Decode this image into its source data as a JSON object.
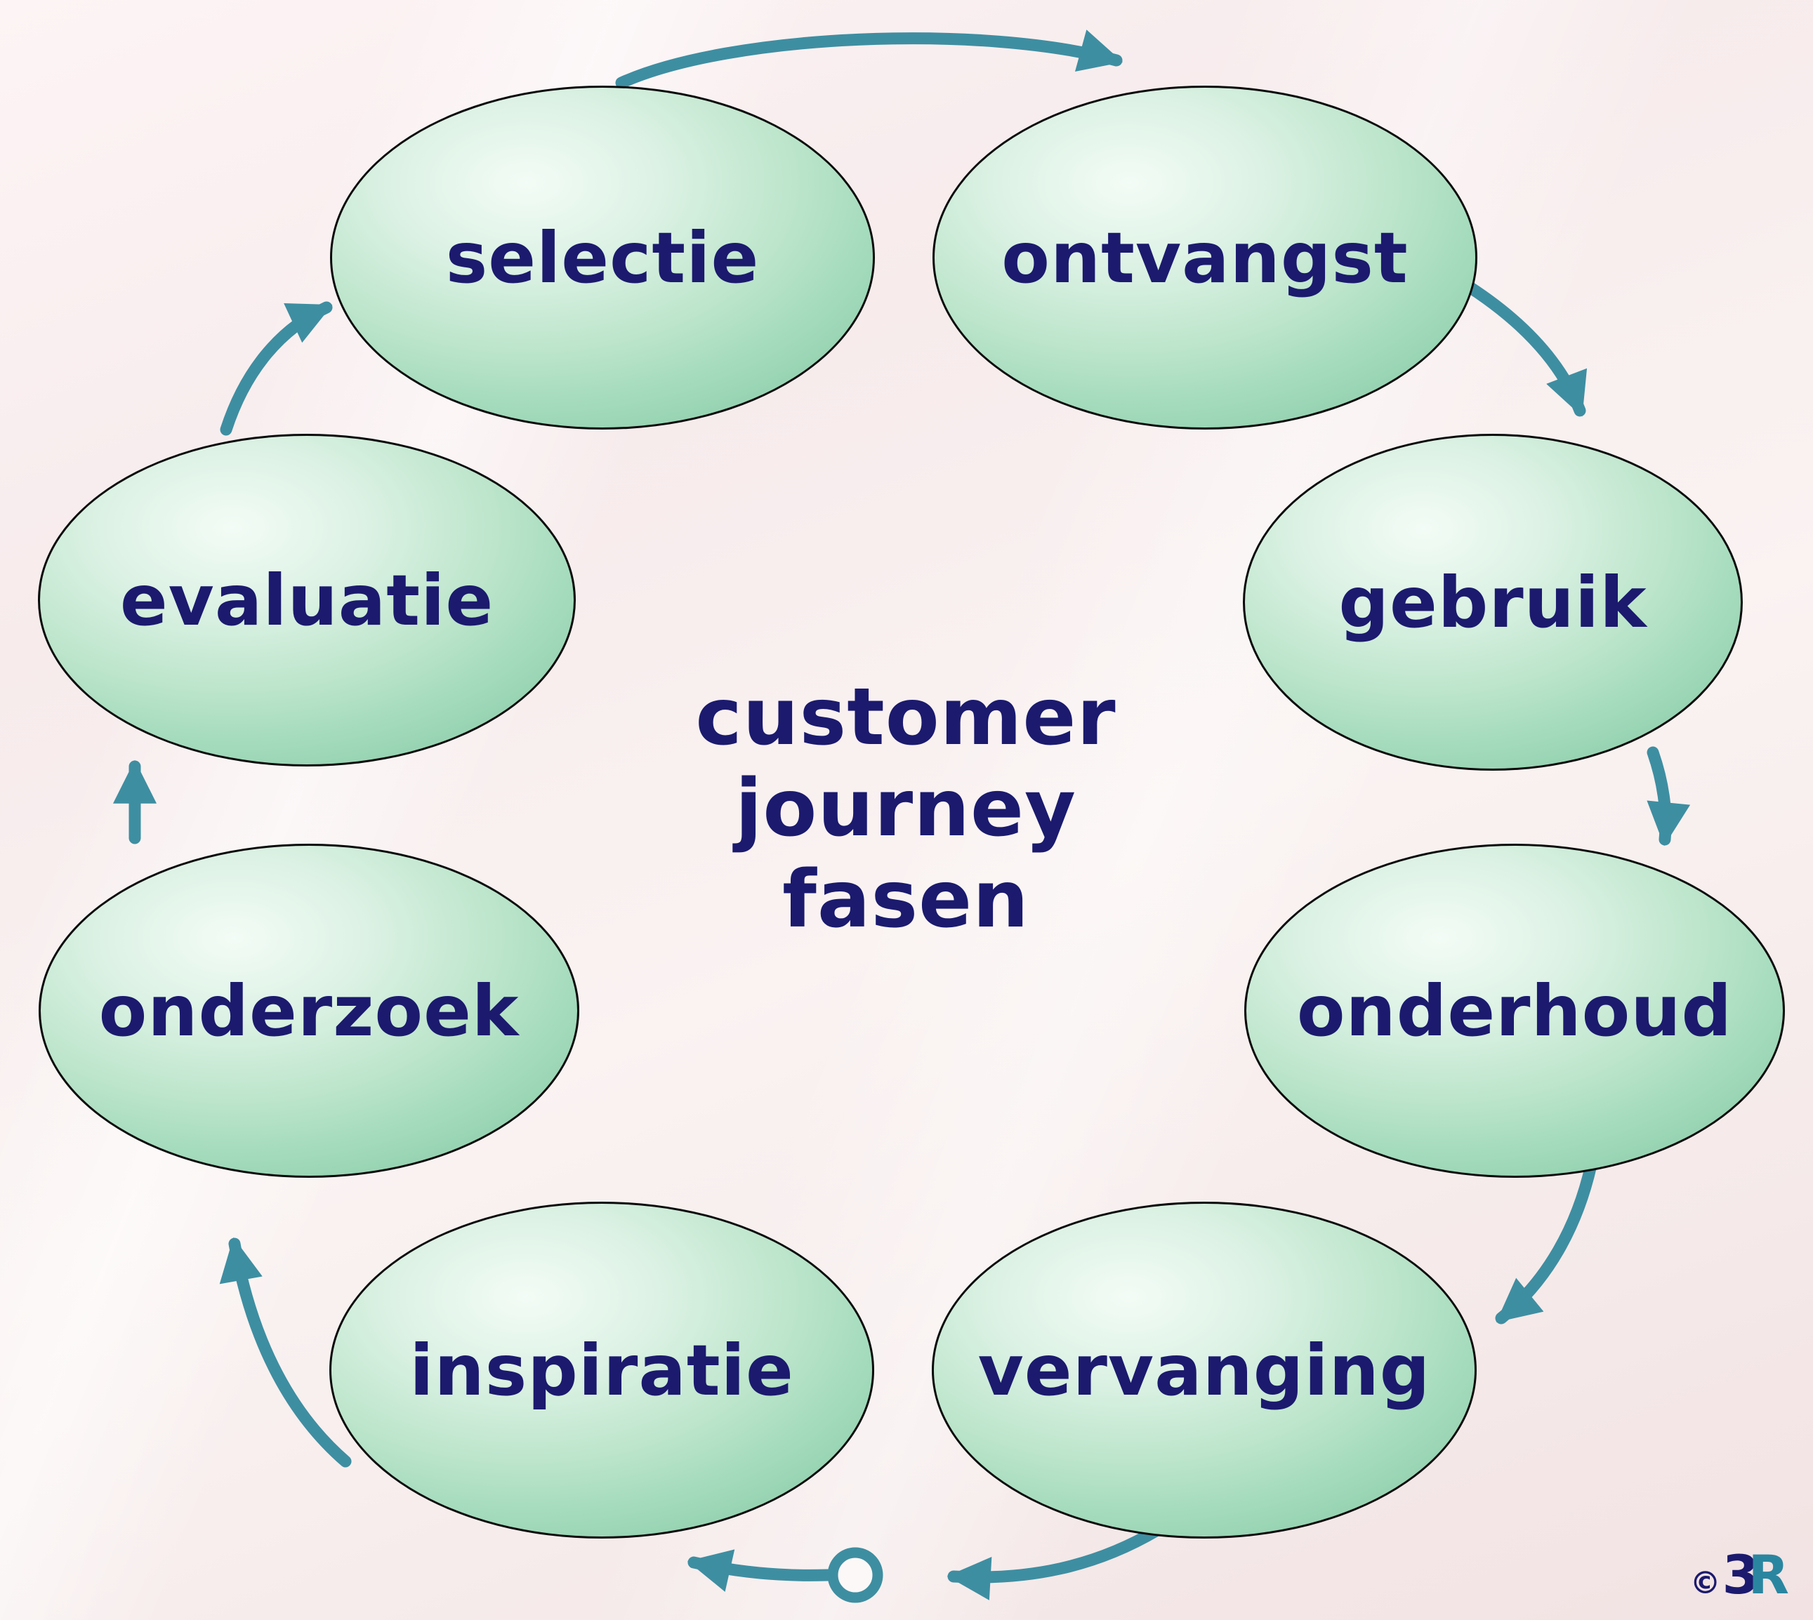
{
  "diagram": {
    "title": {
      "line1": "customer",
      "line2": "journey",
      "line3": "fasen"
    },
    "phases": [
      {
        "label": "selectie",
        "position": "top-left"
      },
      {
        "label": "ontvangst",
        "position": "top-right"
      },
      {
        "label": "gebruik",
        "position": "right-upper"
      },
      {
        "label": "onderhoud",
        "position": "right-lower"
      },
      {
        "label": "vervanging",
        "position": "bottom-right"
      },
      {
        "label": "inspiratie",
        "position": "bottom-left"
      },
      {
        "label": "onderzoek",
        "position": "left-lower"
      },
      {
        "label": "evaluatie",
        "position": "left-upper"
      }
    ],
    "flow_order": [
      "inspiratie",
      "onderzoek",
      "evaluatie",
      "selectie",
      "ontvangst",
      "gebruik",
      "onderhoud",
      "vervanging"
    ],
    "logo": {
      "copyright": "©",
      "numeral": "3",
      "letter": "R"
    },
    "colors": {
      "ellipse_fill_highlight": "#f3fcf6",
      "ellipse_fill_edge": "#92d0ae",
      "ellipse_outline": "#0a0a0a",
      "label_text": "#1b1a6e",
      "title_text": "#1b1a6e",
      "arrow": "#3e8ea1",
      "background": "#f7ebec"
    }
  }
}
